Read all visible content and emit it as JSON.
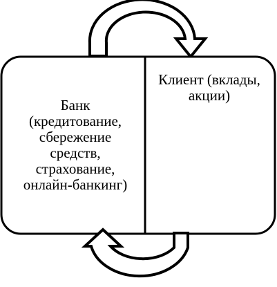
{
  "bank": {
    "lines": [
      "Банк",
      "(кредитование,",
      "сбережение",
      "средств,",
      "страхование,",
      "онлайн-банкинг)"
    ]
  },
  "client": {
    "lines": [
      "Клиент (вклады,",
      "акции)"
    ]
  },
  "colors": {
    "stroke": "#000000",
    "background": "#ffffff"
  },
  "icons": {
    "top_arrow": "curved-arrow-right-icon",
    "bottom_arrow": "curved-arrow-left-icon"
  }
}
